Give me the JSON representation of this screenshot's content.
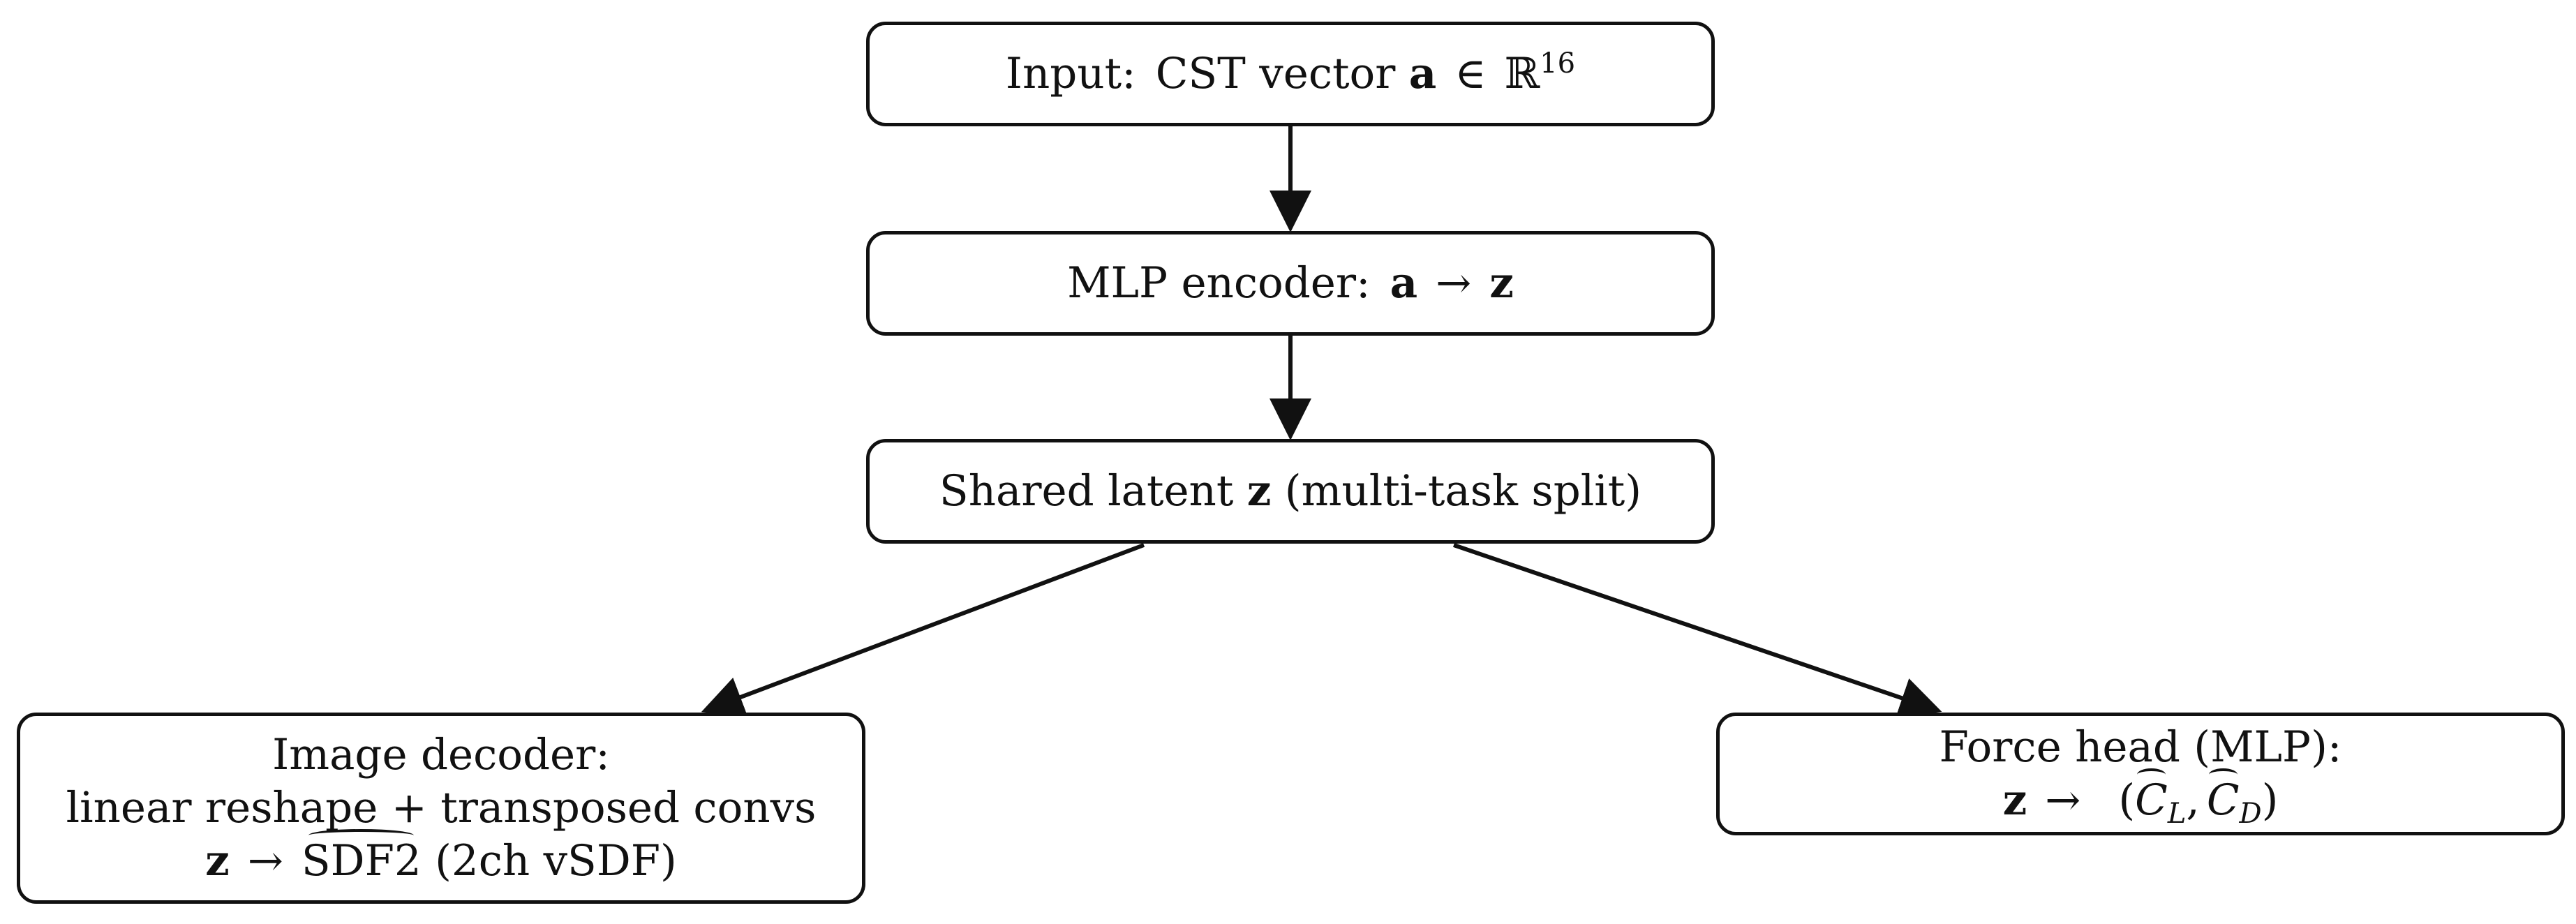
{
  "nodes": {
    "input": {
      "prefix": "Input:",
      "label": "CST vector",
      "symbol": "a",
      "relation": "∈",
      "space": "ℝ",
      "space_exp": "16"
    },
    "encoder": {
      "label": "MLP encoder:",
      "from": "a",
      "arrow": "→",
      "to": "z"
    },
    "latent": {
      "prefix": "Shared latent",
      "symbol": "z",
      "suffix": "(multi-task split)"
    },
    "image_decoder": {
      "title": "Image decoder:",
      "line2": "linear reshape + transposed convs",
      "from": "z",
      "arrow": "→",
      "output": "SDF2",
      "output_note": "(2ch vSDF)"
    },
    "force_head": {
      "title": "Force head (MLP):",
      "from": "z",
      "arrow": "→",
      "open": "(",
      "c": "C",
      "sub_l": "L",
      "comma": ",",
      "sub_d": "D",
      "close": ")"
    }
  },
  "edges": [
    {
      "from": "input",
      "to": "encoder"
    },
    {
      "from": "encoder",
      "to": "latent"
    },
    {
      "from": "latent",
      "to": "image_decoder"
    },
    {
      "from": "latent",
      "to": "force_head"
    }
  ],
  "colors": {
    "stroke": "#111111",
    "background": "#ffffff"
  }
}
